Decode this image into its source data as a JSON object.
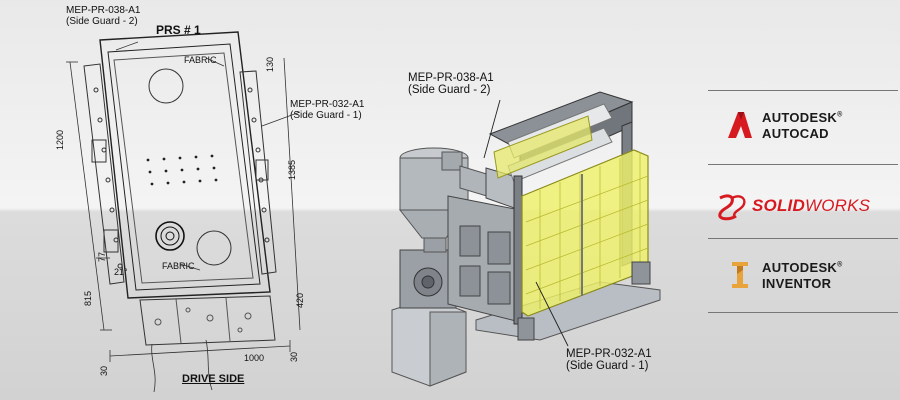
{
  "drawing": {
    "title": "PRS # 1",
    "callout_top": {
      "code": "MEP-PR-038-A1",
      "desc": "(Side Guard - 2)"
    },
    "callout_mid": {
      "code": "MEP-PR-032-A1",
      "desc": "(Side Guard - 1)"
    },
    "fabric_top": "FABRIC",
    "fabric_bottom": "FABRIC",
    "dims": {
      "d1200": "1200",
      "d1385": "1385",
      "d130": "130",
      "d77": "77",
      "d21": "21°",
      "d815": "815",
      "d420": "420",
      "d1000": "1000",
      "d30a": "30",
      "d30b": "30"
    },
    "drive_side": "DRIVE SIDE"
  },
  "model": {
    "callout_top": {
      "code": "MEP-PR-038-A1",
      "desc": "(Side Guard - 2)"
    },
    "callout_bottom": {
      "code": "MEP-PR-032-A1",
      "desc": "(Side Guard - 1)"
    }
  },
  "logos": {
    "autocad": {
      "line1": "AUTODESK",
      "line2": "AUTOCAD",
      "reg": "®"
    },
    "solidworks": {
      "part1": "SOLID",
      "part2": "WORKS"
    },
    "inventor": {
      "line1": "AUTODESK",
      "line2": "INVENTOR",
      "reg": "®"
    },
    "colors": {
      "autocad_red": "#d71920",
      "solidworks_red": "#d71920",
      "inventor_orange": "#e8a33a"
    }
  }
}
